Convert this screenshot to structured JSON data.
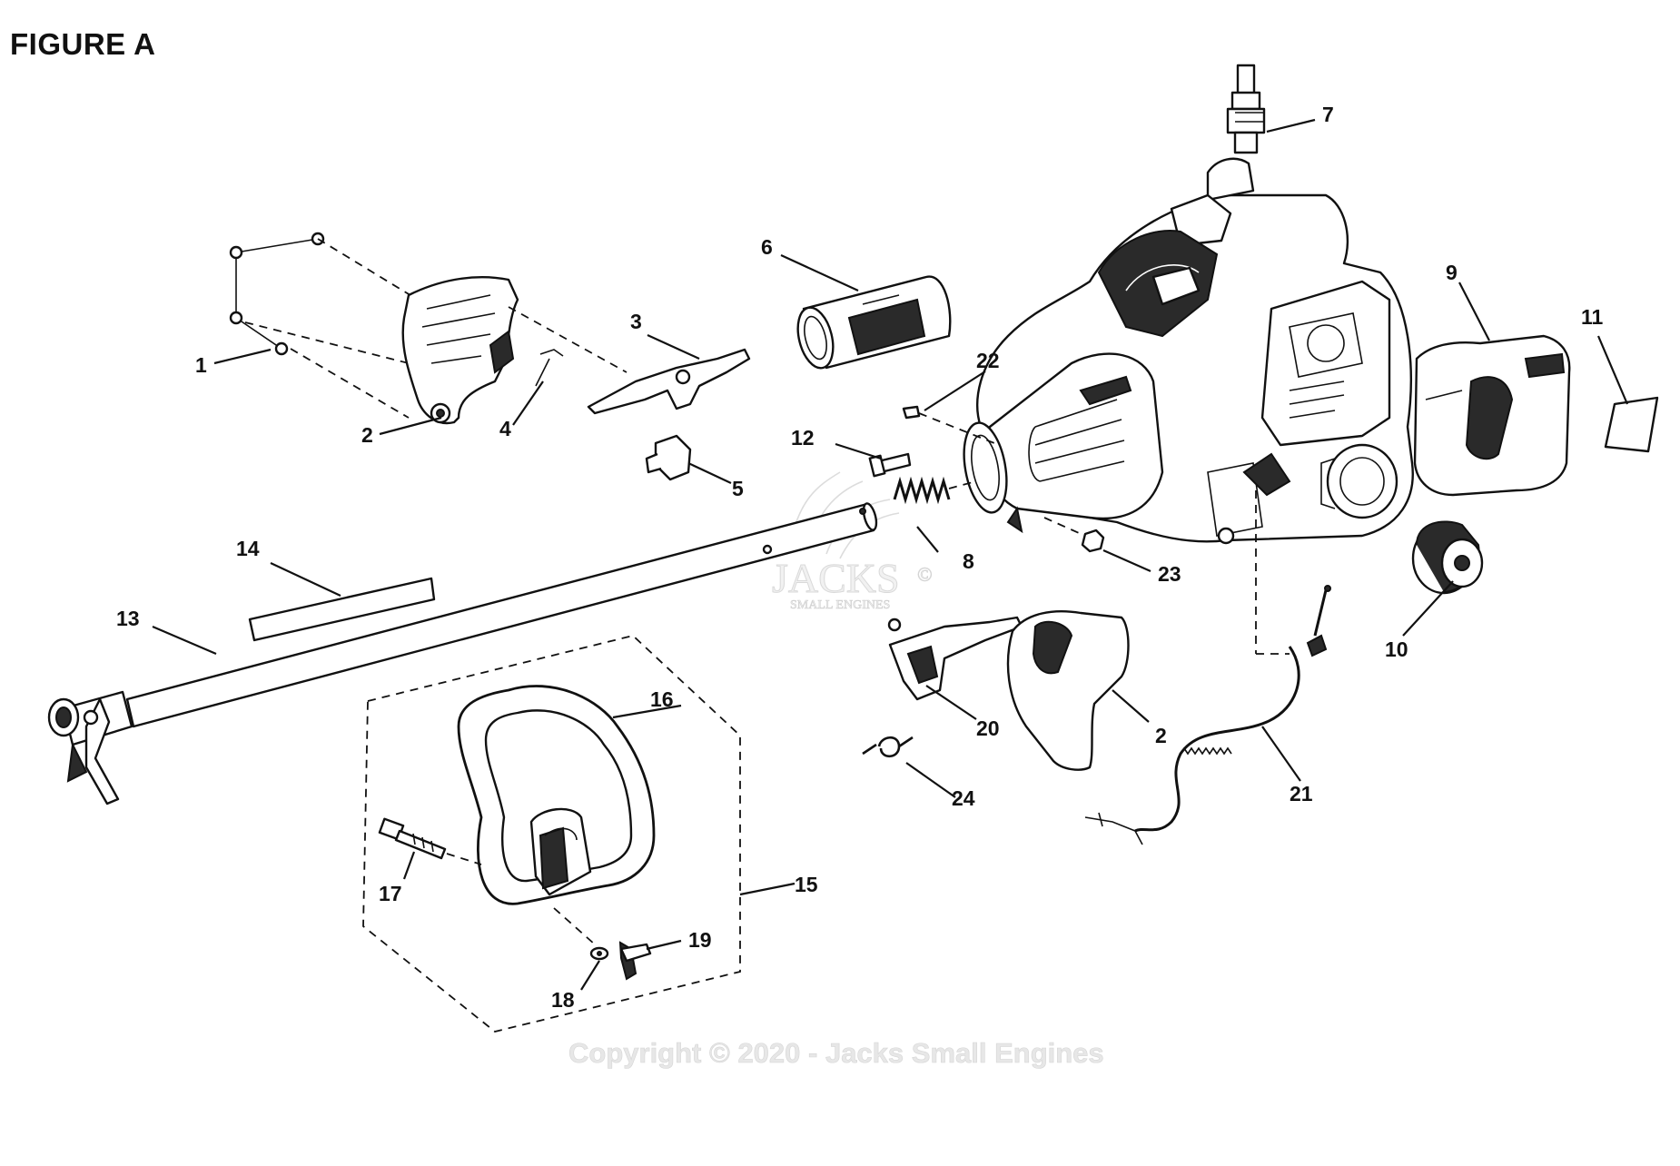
{
  "figure_title": "FIGURE A",
  "watermark": {
    "copyright": "Copyright © 2020 - Jacks Small Engines",
    "brand": "JACKS",
    "registered": "©",
    "brand_sub": "SMALL ENGINES"
  },
  "callouts": [
    "1",
    "2",
    "3",
    "4",
    "5",
    "6",
    "7",
    "8",
    "9",
    "10",
    "11",
    "12",
    "13",
    "14",
    "15",
    "16",
    "17",
    "18",
    "19",
    "20",
    "2",
    "21",
    "22",
    "23",
    "24"
  ],
  "colors": {
    "ink": "#111111",
    "watermark": "#e5e5e5"
  }
}
